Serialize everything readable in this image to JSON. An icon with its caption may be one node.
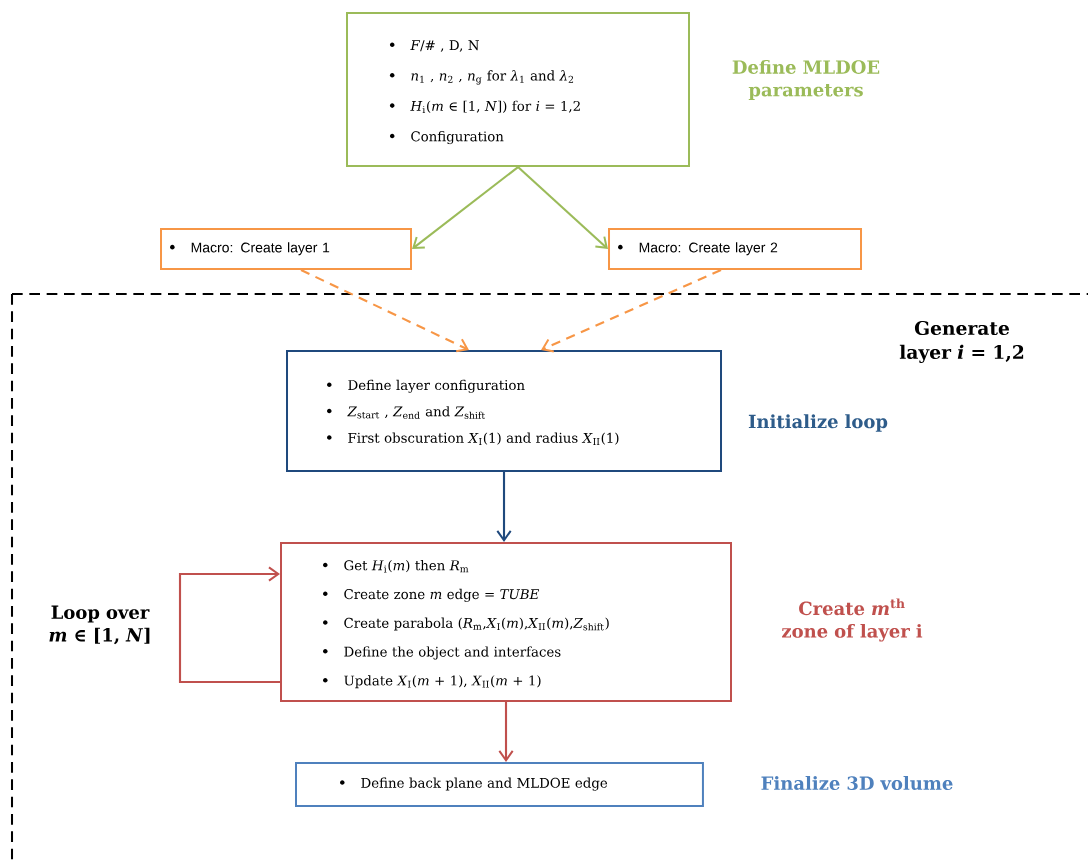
{
  "diagram": {
    "nodes": [
      {
        "text": [
          "*F*/# , D, N",
          "*n*$_{1}$ , *n*$_{2}$ , *n*$_{g}$ for *λ*$_{1}$ and *λ*$_{2}$",
          "*H*$_{i}$(*m* ∈ [1, *N*]) for *i* = 1,2",
          "Configuration"
        ],
        "beside": [
          "Define MLDOE parameters"
        ]
      },
      {
        "text": [
          "Macro: Create layer 1"
        ]
      },
      {
        "text": [
          "Macro: Create layer 2"
        ]
      },
      {
        "text": [
          "Generate layer *i* = 1,2"
        ]
      },
      {
        "text": [
          "Define layer configuration",
          "*Z*$_{start}$ , *Z*$_{end}$ and *Z*$_{shift}$",
          "First obscuration *X*$_{I}$(1) and radius *X*$_{II}$(1)"
        ],
        "beside": [
          "Initialize loop"
        ],
        "in": 3
      },
      {
        "text": [
          "Get *H*$_{i}$(*m*) then *R*$_{m}$",
          "Create zone *m* edge = *TUBE*",
          "Create parabola (*R*$_{m}$,*X*$_{I}$(*m*),*X*$_{II}$(*m*),*Z*$_{shift}$)",
          "Define the object and interfaces",
          "Update *X*$_{I}$(*m* + 1), *X*$_{II}$(*m* + 1)"
        ],
        "beside": [
          "Create *m*$^{th}$ zone of layer i"
        ],
        "in": 3
      },
      {
        "text": [
          "Define back plane and MLDOE edge"
        ],
        "beside": [
          "Finalize 3D volume"
        ],
        "in": 3
      }
    ],
    "edges": [
      {
        "from": 0,
        "to": 1,
        "arrow": "to",
        "color": "#9bbb59"
      },
      {
        "from": 0,
        "to": 2,
        "arrow": "to",
        "color": "#9bbb59"
      },
      {
        "from": 1,
        "to": 4,
        "arrow": "to",
        "style": "dashed",
        "color": "#f79646"
      },
      {
        "from": 2,
        "to": 4,
        "arrow": "to",
        "style": "dashed",
        "color": "#f79646"
      },
      {
        "from": 4,
        "to": 5,
        "arrow": "to",
        "color": "#1f497d"
      },
      {
        "from": 5,
        "to": 5,
        "arrow": "to",
        "color": "#c0504d",
        "label": "Loop over *m* ∈ [1, *N*]"
      },
      {
        "from": 5,
        "to": 6,
        "arrow": "to",
        "color": "#c0504d"
      }
    ]
  }
}
